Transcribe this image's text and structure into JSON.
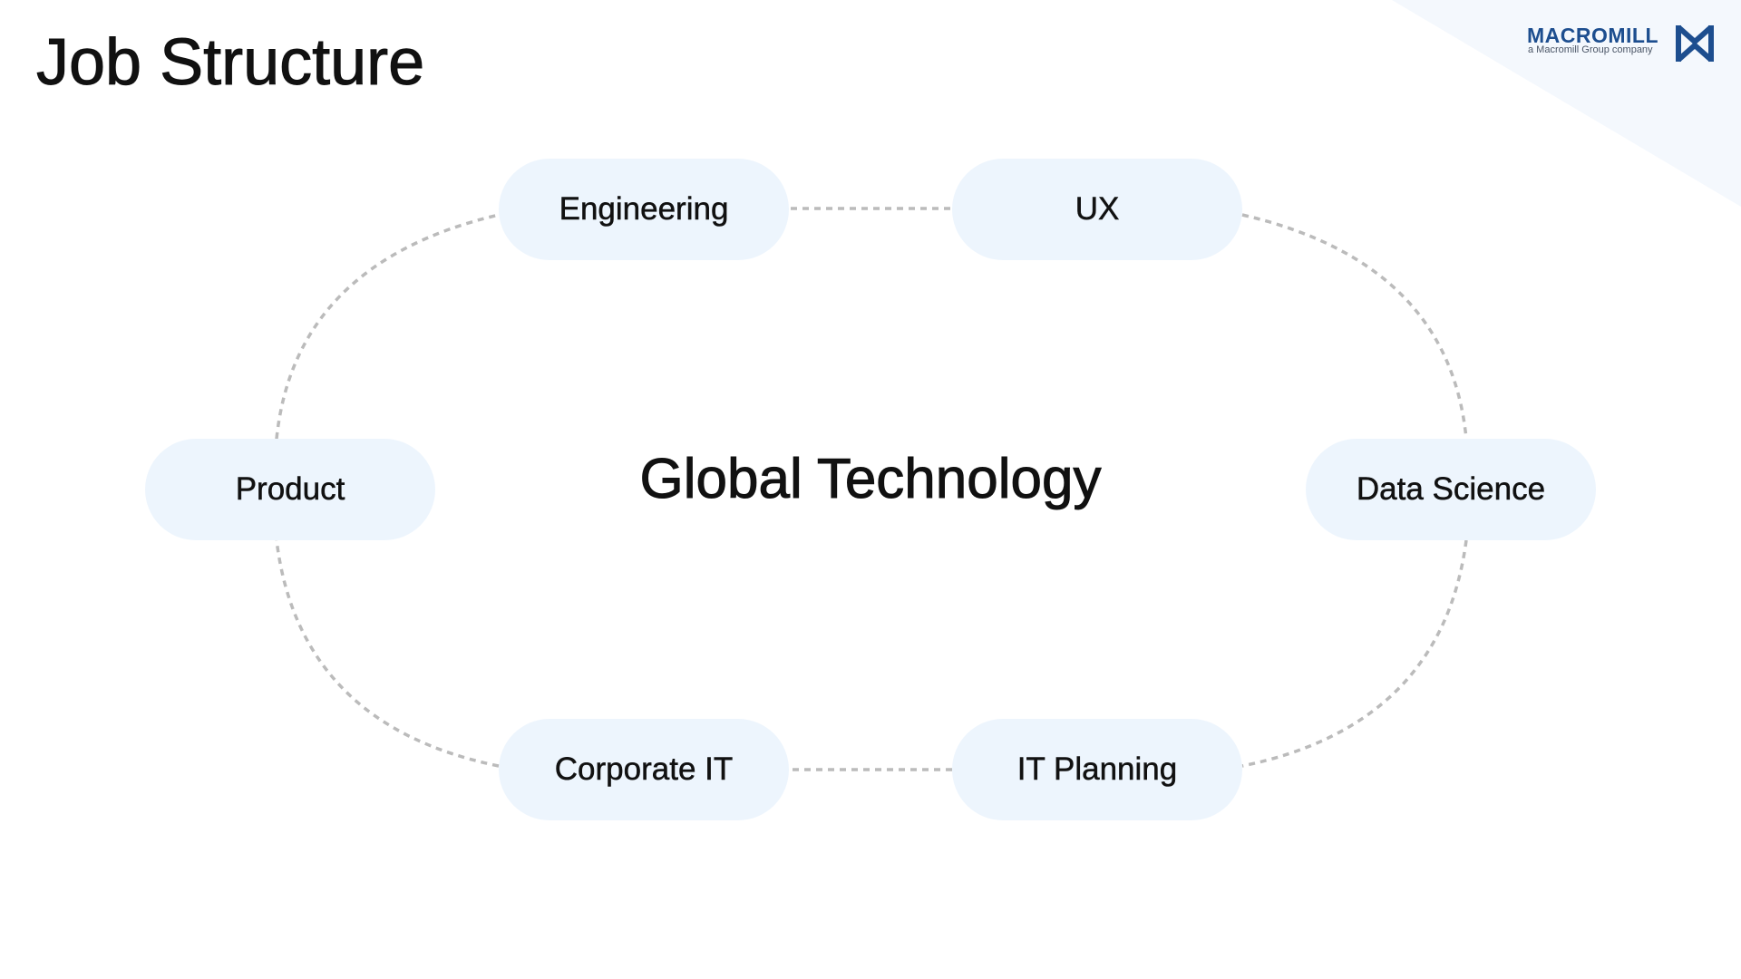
{
  "title": "Job Structure",
  "logo": {
    "wordmark": "MACROMILL",
    "tagline": "a Macromill Group company",
    "brand_color": "#1d4e8f",
    "mark_icon": "macromill-m-mark-icon"
  },
  "diagram": {
    "center": "Global Technology",
    "nodes": [
      {
        "id": "engineering",
        "label": "Engineering"
      },
      {
        "id": "ux",
        "label": "UX"
      },
      {
        "id": "product",
        "label": "Product"
      },
      {
        "id": "data-science",
        "label": "Data Science"
      },
      {
        "id": "corporate-it",
        "label": "Corporate IT"
      },
      {
        "id": "it-planning",
        "label": "IT Planning"
      }
    ],
    "node_color": "#edf5fd",
    "connector_color": "#bbbbbb",
    "connector_style": "dashed"
  }
}
